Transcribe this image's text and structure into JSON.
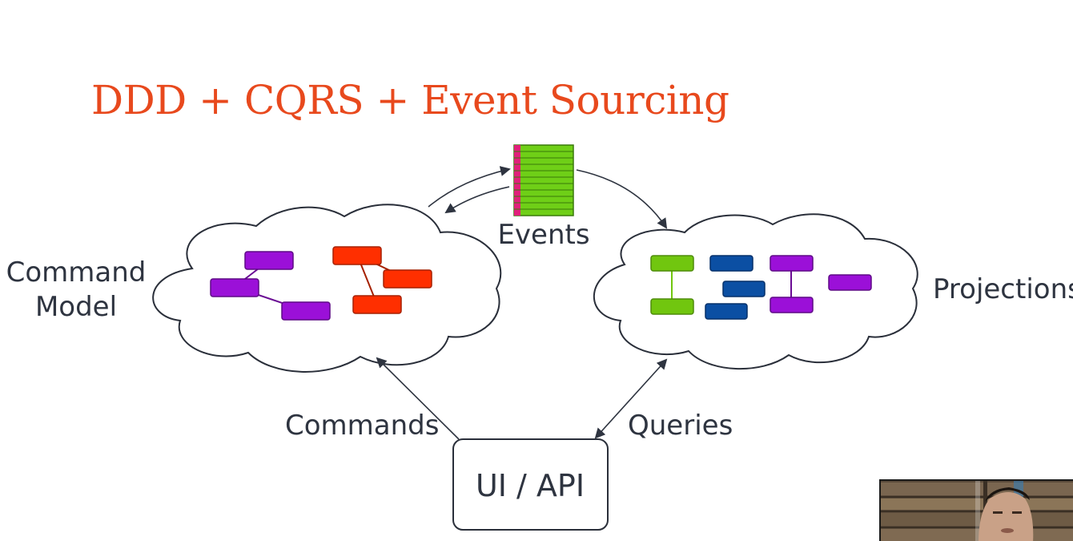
{
  "slide": {
    "title": "DDD + CQRS + Event Sourcing"
  },
  "labels": {
    "events": "Events",
    "command_model_line1": "Command",
    "command_model_line2": "Model",
    "projections": "Projections",
    "commands": "Commands",
    "queries": "Queries",
    "ui_api": "UI / API"
  },
  "colors": {
    "title": "#e8491d",
    "text": "#2e3440",
    "event_stripe": "#6fcf17",
    "event_marker": "#e0207a",
    "purple": "#9b10d8",
    "red": "#ff2f00",
    "green": "#71c60f",
    "blue": "#0b4fa3"
  }
}
